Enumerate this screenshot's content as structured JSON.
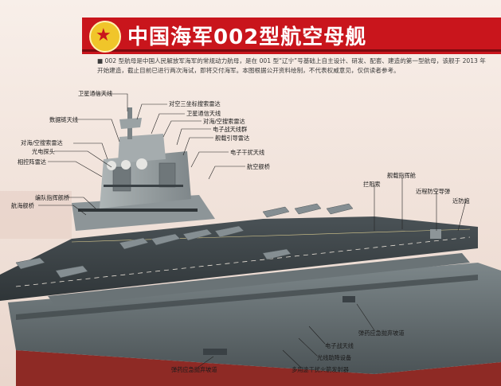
{
  "header": {
    "title": "中国海军002型航空母舰"
  },
  "intro": {
    "text": "■ 002 型航母是中国人民解放军海军的常规动力航母，是在 001 型“辽宁”号基础上自主设计、研发、配套、建造的第一型航母，该舰于 2013 年开始建造，截止目前已进行两次海试，即将交付海军。本图根据公开资料绘制，不代表权威意见，仅供读者参考。"
  },
  "labels": {
    "weixing_top": "卫星通信天线",
    "duikong": "对空三坐标搜索雷达",
    "weixing_mid": "卫星通信天线",
    "shuju": "数据链天线",
    "duihai_right": "对海/空搜索雷达",
    "dianzi_zhan": "电子战天线群",
    "duihai_left": "对海/空搜索雷达",
    "jianzai_yindao": "舰载引导雷达",
    "guangdian": "光电探头",
    "dianzi_ganrao": "电子干扰天线",
    "xiangkong": "相控阵雷达",
    "hangkong_jianqiao": "航空舰桥",
    "jianzai_zhihui": "舰载指挥舱",
    "lanjiansuo": "拦阻索",
    "jinfang": "近程防空导弹",
    "jinfangpao": "近防炮",
    "biandui": "编队指挥舰桥",
    "hanghai": "航海舰桥",
    "danyao_right": "弹药应急抛弃坡道",
    "dianzi_bottom": "电子战天线",
    "guangxian": "光线助降设备",
    "duoyongtu": "多用途干扰火箭发射器",
    "danyao_left": "弹药应急抛弃坡道"
  },
  "colors": {
    "banner_red": "#c9151c",
    "background": "#f6ece6",
    "hull_grey": "#5d6669",
    "hull_red": "#8e2a25",
    "deck_dark": "#3a4145",
    "island_grey": "#9aa2a4"
  }
}
